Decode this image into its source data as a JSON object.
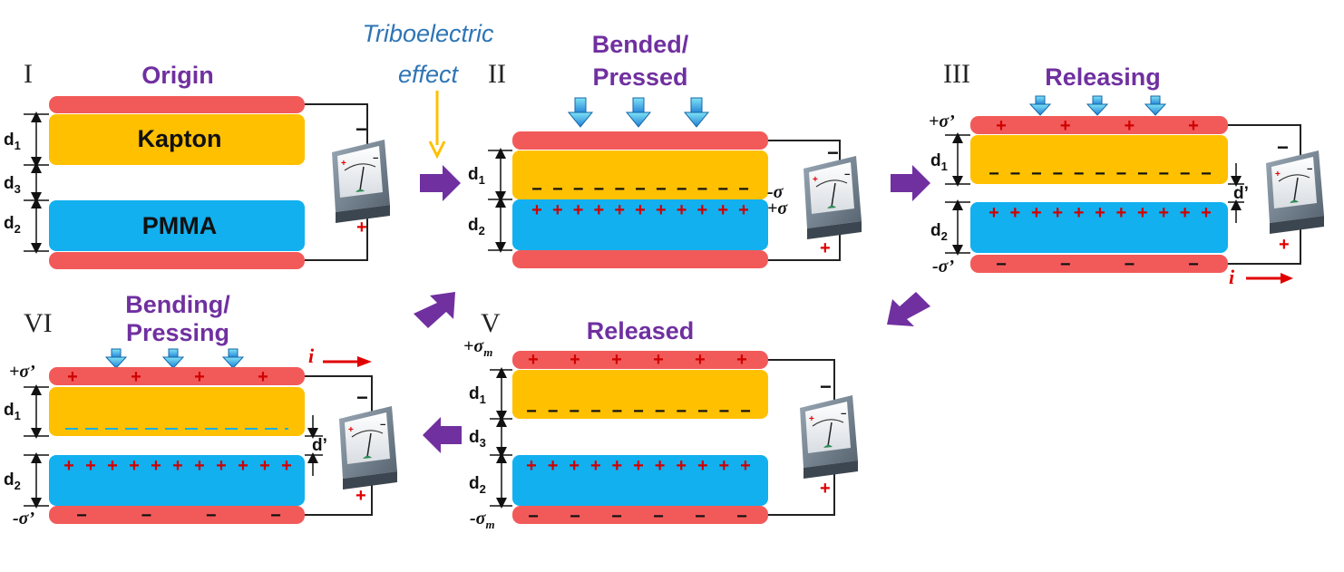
{
  "annotation": {
    "line1": "Triboelectric",
    "line2": "effect"
  },
  "stages": {
    "I": {
      "numeral": "I",
      "title": "Origin",
      "top_layer": "Kapton",
      "bottom_layer": "PMMA",
      "d1": "d",
      "d1_sub": "1",
      "d3": "d",
      "d3_sub": "3",
      "d2": "d",
      "d2_sub": "2",
      "meter_minus": "−",
      "meter_plus": "+"
    },
    "II": {
      "numeral": "II",
      "title_line1": "Bended/",
      "title_line2": "Pressed",
      "d1": "d",
      "d1_sub": "1",
      "d2": "d",
      "d2_sub": "2",
      "neg_sigma": "-σ",
      "pos_sigma": "+σ",
      "meter_minus": "−",
      "meter_plus": "+"
    },
    "III": {
      "numeral": "III",
      "title": "Releasing",
      "top_sigma": "+σ’",
      "bottom_sigma": "-σ’",
      "d1": "d",
      "d1_sub": "1",
      "d2": "d",
      "d2_sub": "2",
      "gap": "d’",
      "current": "i",
      "meter_minus": "−",
      "meter_plus": "+"
    },
    "V": {
      "numeral": "V",
      "title": "Released",
      "top_sigma": "+σ",
      "top_sigma_sub": "m",
      "bottom_sigma": "-σ",
      "bottom_sigma_sub": "m",
      "d1": "d",
      "d1_sub": "1",
      "d3": "d",
      "d3_sub": "3",
      "d2": "d",
      "d2_sub": "2",
      "meter_minus": "−",
      "meter_plus": "+"
    },
    "VI": {
      "numeral": "VI",
      "title_line1": "Bending/",
      "title_line2": "Pressing",
      "top_sigma": "+σ’",
      "bottom_sigma": "-σ’",
      "d1": "d",
      "d1_sub": "1",
      "d2": "d",
      "d2_sub": "2",
      "gap": "d’",
      "current": "i",
      "meter_minus": "−",
      "meter_plus": "+"
    }
  },
  "symbols": {
    "plus": "+",
    "minus": "−"
  },
  "colors": {
    "electrode": "#F25A5A",
    "kapton": "#FFC000",
    "pmma": "#12B0EF",
    "process_arrow": "#7030A0",
    "title": "#7030A0",
    "annotation": "#2E75B6",
    "annotation_arrow": "#FFC000",
    "current": "#E00000"
  }
}
